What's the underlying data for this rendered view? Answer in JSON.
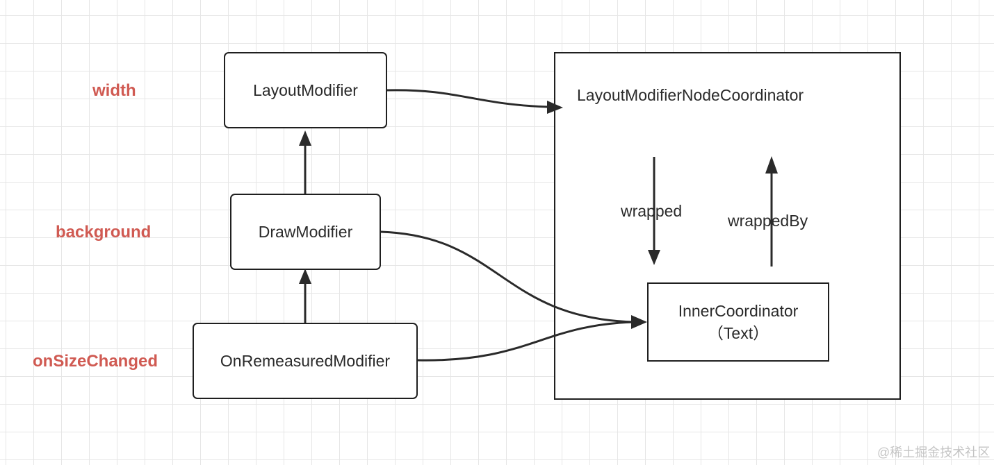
{
  "side_labels": {
    "width": "width",
    "background": "background",
    "onSizeChanged": "onSizeChanged"
  },
  "nodes": {
    "layout_modifier": "LayoutModifier",
    "draw_modifier": "DrawModifier",
    "on_remeasured_modifier": "OnRemeasuredModifier"
  },
  "container": {
    "title": "LayoutModifierNodeCoordinator",
    "wrapped_label": "wrapped",
    "wrapped_by_label": "wrappedBy",
    "inner": {
      "line1": "InnerCoordinator",
      "line2": "（Text）"
    }
  },
  "watermark": "@稀土掘金技术社区",
  "colors": {
    "side_label": "#d05a52",
    "stroke": "#1f1f1f",
    "grid": "#e6e6e6"
  }
}
